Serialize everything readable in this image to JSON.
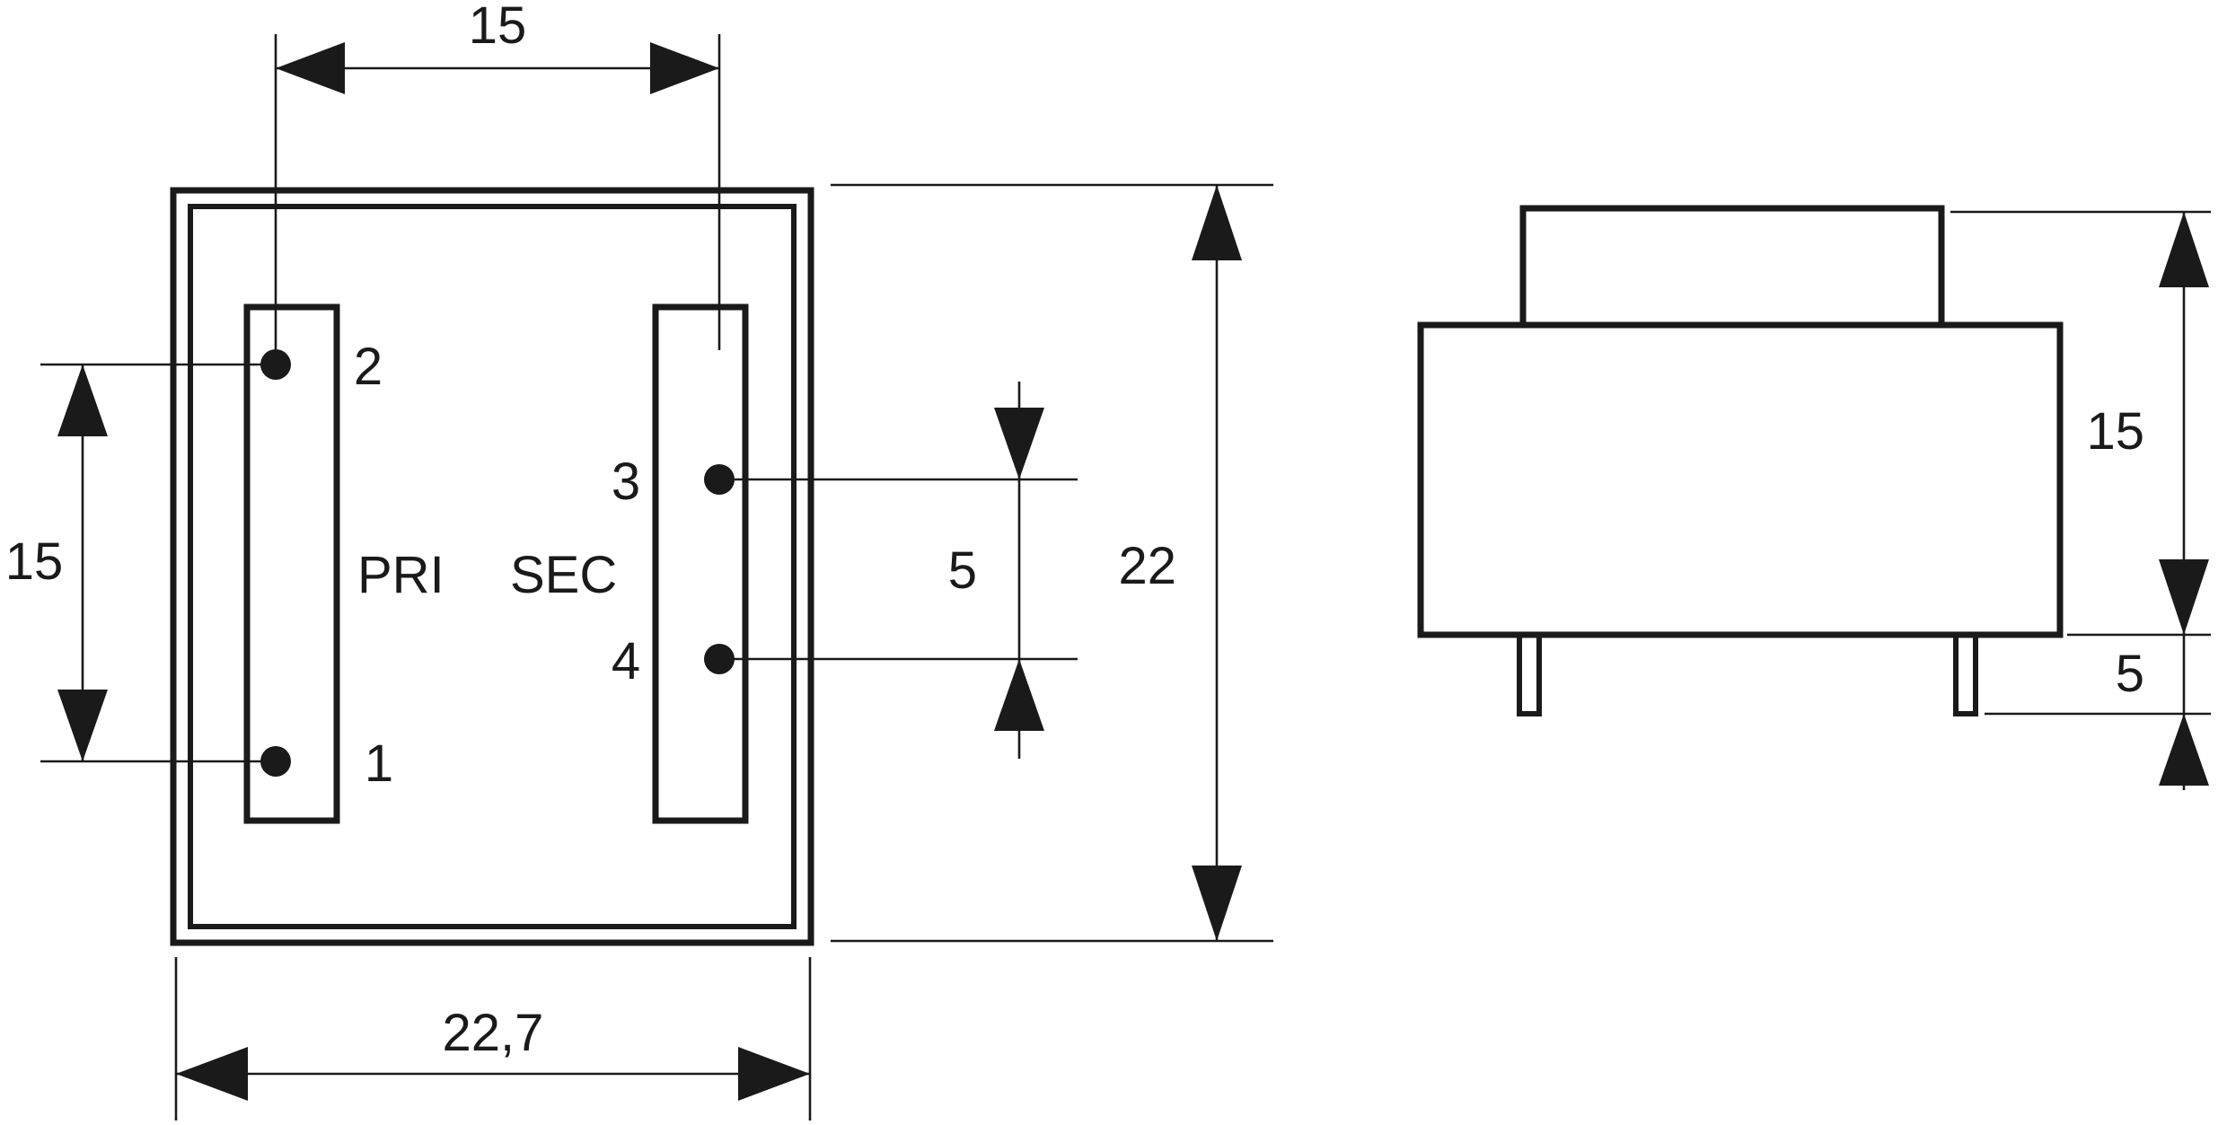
{
  "drawing": {
    "title": "Transformer PCB mounting outline drawing",
    "units": "mm",
    "line_color": "#1a1a1a",
    "background_color": "#ffffff",
    "views": {
      "top": {
        "name": "top-view",
        "labels": {
          "primary": "PRI",
          "secondary": "SEC"
        },
        "pin_numbers": {
          "pin1": "1",
          "pin2": "2",
          "pin3": "3",
          "pin4": "4"
        },
        "dimensions": {
          "top_pitch": "15",
          "left_pitch": "15",
          "right_pitch": "5",
          "overall_height": "22",
          "overall_width": "22,7"
        }
      },
      "side": {
        "name": "side-view",
        "dimensions": {
          "body_height": "15",
          "pin_length": "5"
        }
      }
    }
  }
}
